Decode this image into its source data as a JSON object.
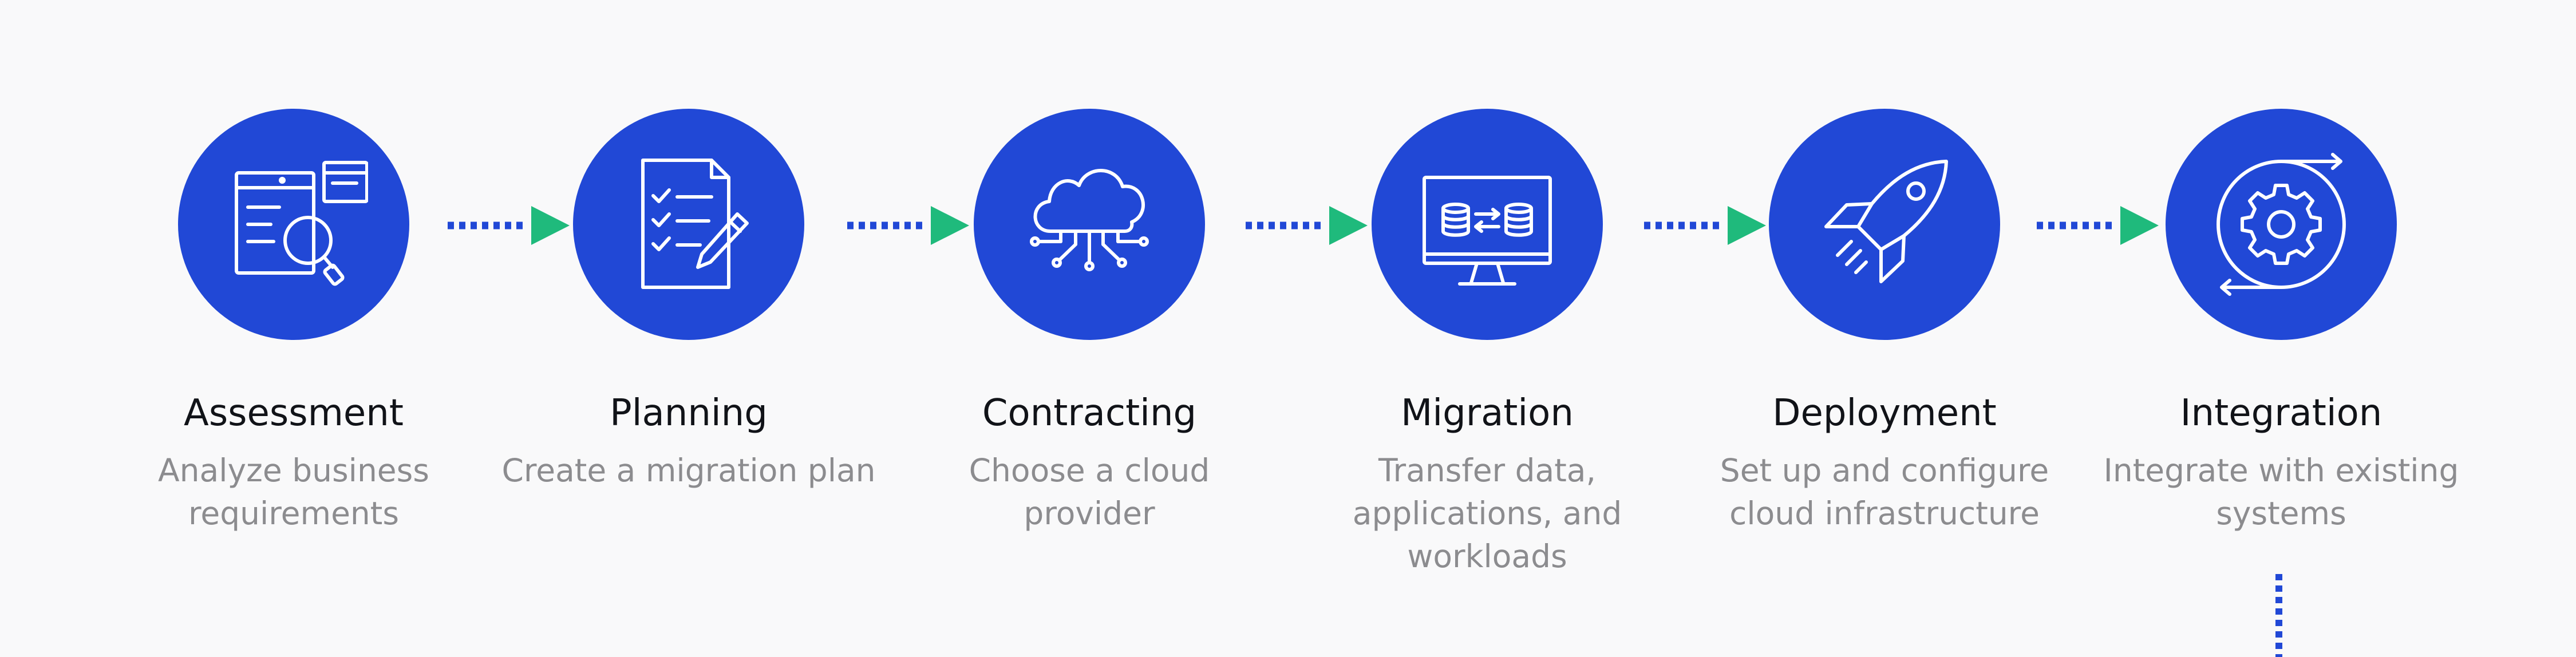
{
  "colors": {
    "circle": "#2148d6",
    "arrow": "#1fba7c",
    "dots": "#2148d6",
    "title": "#111318",
    "desc": "#8c8c8f",
    "background": "#f9f9fa"
  },
  "steps": [
    {
      "title": "Assessment",
      "desc_lines": [
        "Analyze business",
        "requirements"
      ],
      "icon": "document-search-icon"
    },
    {
      "title": "Planning",
      "desc_lines": [
        "Create a migration plan"
      ],
      "icon": "checklist-pencil-icon"
    },
    {
      "title": "Contracting",
      "desc_lines": [
        "Choose a cloud",
        "provider"
      ],
      "icon": "cloud-network-icon"
    },
    {
      "title": "Migration",
      "desc_lines": [
        "Transfer data,",
        "applications, and",
        "workloads"
      ],
      "icon": "database-transfer-monitor-icon"
    },
    {
      "title": "Deployment",
      "desc_lines": [
        "Set up and configure",
        "cloud infrastructure"
      ],
      "icon": "rocket-icon"
    },
    {
      "title": "Integration",
      "desc_lines": [
        "Integrate with existing",
        "systems"
      ],
      "icon": "gear-cycle-icon"
    }
  ]
}
